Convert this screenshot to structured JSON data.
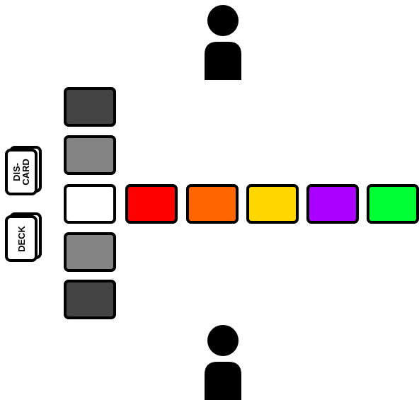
{
  "players": [
    {
      "id": "top",
      "icon": "person-icon"
    },
    {
      "id": "bottom",
      "icon": "person-icon"
    }
  ],
  "piles": {
    "discard_label": "DIS-\nCARD",
    "deck_label": "DECK"
  },
  "column_colors": [
    "#444444",
    "#848484",
    "#ffffff",
    "#848484",
    "#444444"
  ],
  "row_colors": [
    "#ff0000",
    "#ff6600",
    "#ffd700",
    "#aa00ff",
    "#00ff33"
  ]
}
